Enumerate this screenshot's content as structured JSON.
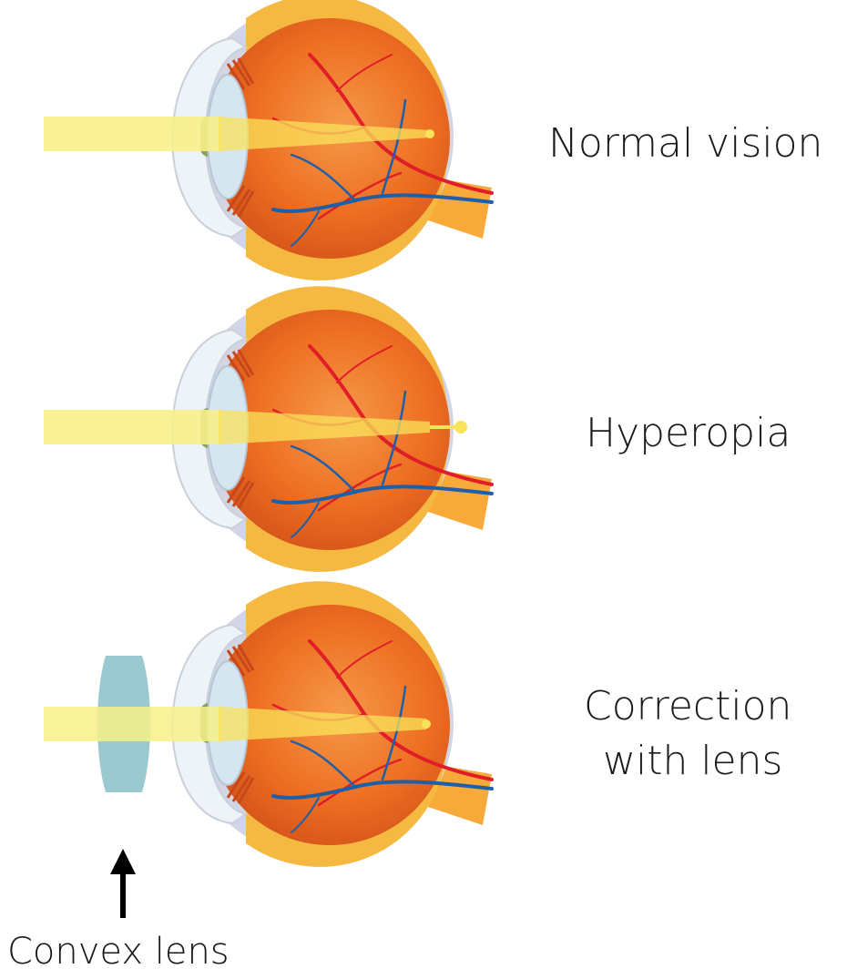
{
  "labels": {
    "normal": "Normal vision",
    "hyperopia": "Hyperopia",
    "correction_line1": "Correction",
    "correction_line2": "with lens",
    "convex_lens": "Convex lens"
  },
  "colors": {
    "sclera": "#d3d5e3",
    "sclera_rim": "#f5b840",
    "eyeball": "#ee6f22",
    "eyeball_dark": "#d4531a",
    "cornea": "#eef3f8",
    "crystalline_lens": "#d6e6f1",
    "iris": "#8aa05c",
    "light_beam": "#f7f08a",
    "artery": "#e01e27",
    "vein": "#1f5fa8",
    "optic_nerve": "#f7a93a",
    "corrective_lens": "#9ac9d0"
  },
  "icons": [
    "eye-normal-vision",
    "eye-hyperopia",
    "eye-corrected",
    "convex-lens",
    "arrow-up-icon"
  ]
}
